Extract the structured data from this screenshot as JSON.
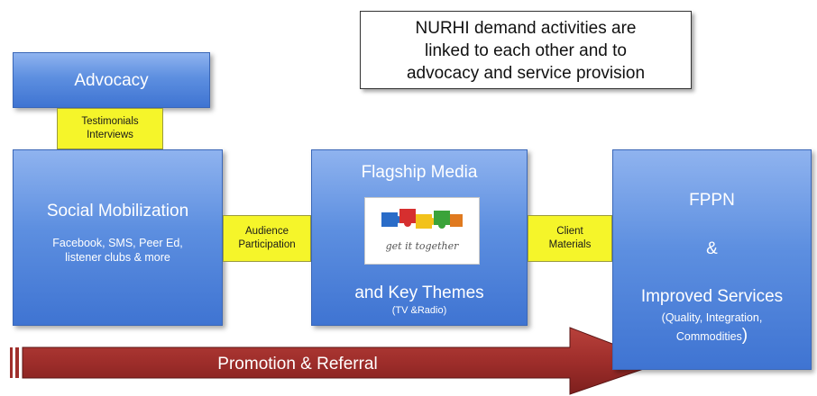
{
  "callout": {
    "lines": [
      "NURHI demand activities are",
      "linked to each other and to",
      "advocacy and service provision"
    ]
  },
  "advocacy": {
    "title": "Advocacy"
  },
  "testimonials": {
    "lines": [
      "Testimonials",
      "Interviews"
    ]
  },
  "social_mobilization": {
    "title": "Social Mobilization",
    "detail_lines": [
      "Facebook, SMS, Peer Ed,",
      "listener clubs & more"
    ]
  },
  "audience_participation": {
    "lines": [
      "Audience",
      "Participation"
    ]
  },
  "flagship_media": {
    "title": "Flagship Media",
    "logo_text": "get it together",
    "subtitle": "and Key Themes",
    "note": "(TV &Radio)"
  },
  "client_materials": {
    "lines": [
      "Client",
      "Materials"
    ]
  },
  "fppn": {
    "title": "FPPN",
    "amp": "&",
    "subtitle": "Improved Services",
    "detail_lines": [
      "(Quality, Integration,",
      "Commodities"
    ],
    "close_paren": ")"
  },
  "arrow": {
    "label": "Promotion & Referral"
  },
  "colors": {
    "box_blue": "#5d8fe0",
    "connector_yellow": "#f5f52a",
    "arrow_red": "#a8322f"
  }
}
